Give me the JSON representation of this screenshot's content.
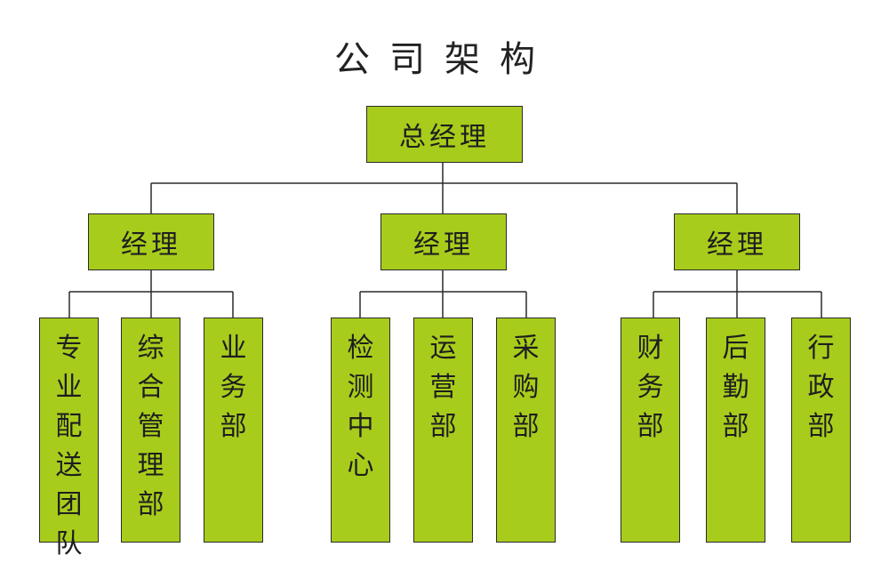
{
  "title": "公司架构",
  "root": "总经理",
  "managers": [
    "经理",
    "经理",
    "经理"
  ],
  "departments": [
    [
      "专业配送团队",
      "综合管理部",
      "业务部"
    ],
    [
      "检测中心",
      "运营部",
      "采购部"
    ],
    [
      "财务部",
      "后勤部",
      "行政部"
    ]
  ],
  "colors": {
    "box_fill": "#a8cc1c",
    "border": "#2a2a2a",
    "line": "#2a2a2a"
  }
}
